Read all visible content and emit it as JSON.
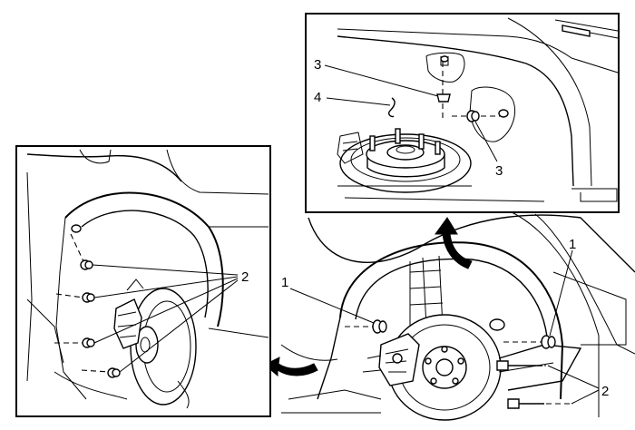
{
  "callouts": {
    "detail_top_fastener_upper": "3",
    "detail_top_fastener_lower": "3",
    "detail_top_seal": "4",
    "detail_left_fasteners": "2",
    "main_front_fastener": "1",
    "main_rear_fastener": "1",
    "main_lower_fasteners": "2"
  }
}
